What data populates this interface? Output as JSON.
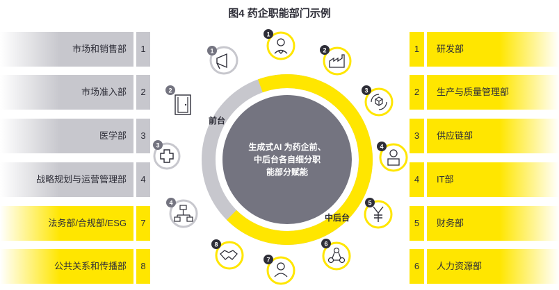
{
  "title": "图4  药企职能部门示例",
  "ring": {
    "front_label": "前台",
    "back_label": "中后台",
    "center_lines": [
      "生成式AI 为药企前、",
      "中后台各自细分职",
      "能部分赋能"
    ]
  },
  "front_departments": [
    {
      "label": "市场和销售部",
      "num": "1",
      "icon": "megaphone-icon"
    },
    {
      "label": "市场准入部",
      "num": "2",
      "icon": "door-icon"
    },
    {
      "label": "医学部",
      "num": "3",
      "icon": "medical-cross-icon"
    },
    {
      "label": "战略规划与运营管理部",
      "num": "4",
      "icon": "flowchart-icon"
    },
    {
      "label": "法务部/合规部/ESG",
      "num": "7",
      "icon": "lawyer-icon"
    },
    {
      "label": "公共关系和传播部",
      "num": "8",
      "icon": "handshake-icon"
    }
  ],
  "back_departments": [
    {
      "label": "研发部",
      "num": "1",
      "icon": "scientist-icon"
    },
    {
      "label": "生产与质量管理部",
      "num": "2",
      "icon": "factory-icon"
    },
    {
      "label": "供应链部",
      "num": "3",
      "icon": "box-cycle-icon"
    },
    {
      "label": "IT部",
      "num": "4",
      "icon": "it-support-icon"
    },
    {
      "label": "财务部",
      "num": "5",
      "icon": "yen-icon"
    },
    {
      "label": "人力资源部",
      "num": "6",
      "icon": "people-network-icon"
    }
  ],
  "colors": {
    "yellow": "#ffe600",
    "grey": "#c7c7cd",
    "dark": "#2e2e38",
    "center": "#747480"
  }
}
